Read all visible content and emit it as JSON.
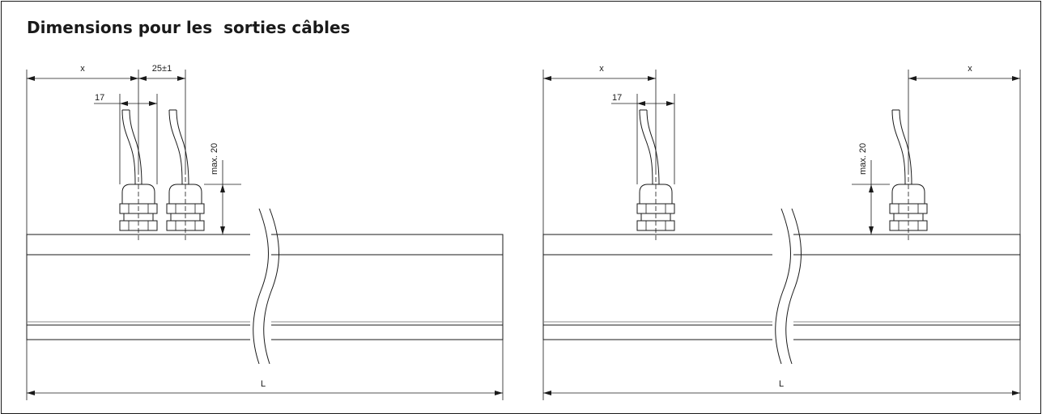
{
  "title": "Dimensions pour les  sorties câbles",
  "colors": {
    "line": "#1a1a1a",
    "inner_line": "#8c8c8c",
    "background": "#ffffff"
  },
  "left_view": {
    "dim_x": "x",
    "dim_spacing": "25±1",
    "dim_gland": "17",
    "dim_height": "max. 20",
    "dim_length": "L"
  },
  "right_view": {
    "dim_x_left": "x",
    "dim_x_right": "x",
    "dim_gland": "17",
    "dim_height": "max. 20",
    "dim_length": "L"
  }
}
